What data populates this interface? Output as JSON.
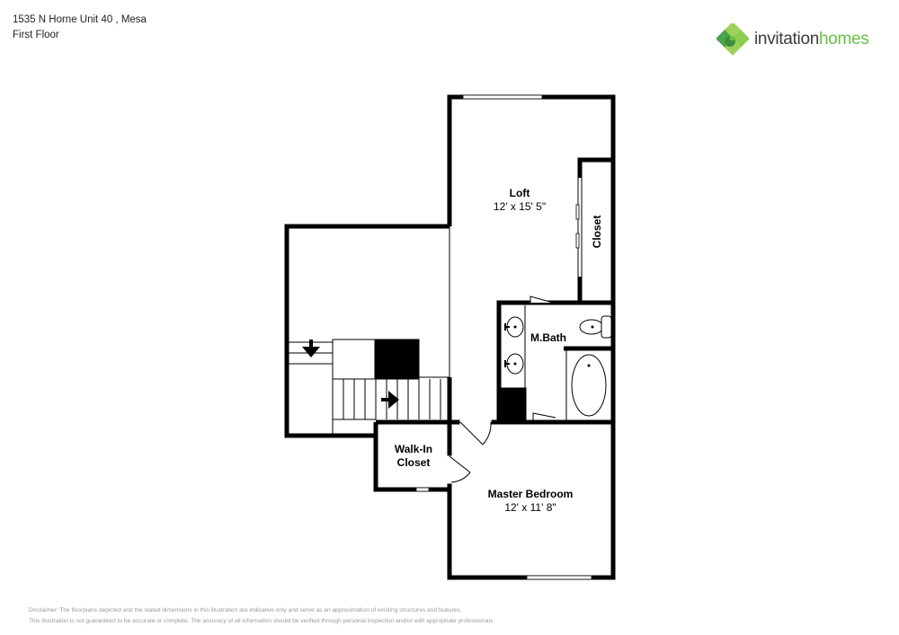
{
  "header": {
    "address": "1535 N Horne Unit 40 , Mesa",
    "floor": "First Floor"
  },
  "logo": {
    "word1": "invitation",
    "word2": "homes",
    "colors": {
      "dark_green": "#3e8f3a",
      "mid_green": "#6bbf45",
      "light_green": "#9fd15a",
      "text_dark": "#3b3b3b"
    }
  },
  "rooms": {
    "loft": {
      "name": "Loft",
      "dims": "12' x 15' 5\""
    },
    "loft_closet": {
      "name": "Closet"
    },
    "master_bath": {
      "name": "M.Bath"
    },
    "walk_in_closet": {
      "name_line1": "Walk-In",
      "name_line2": "Closet"
    },
    "master_bedroom": {
      "name": "Master Bedroom",
      "dims": "12' x 11' 8\""
    }
  },
  "disclaimer": {
    "line1": "Disclaimer: The floorplans depicted and the stated dimensions in this illustration are indicative only and serve as an approximation of existing structures and features.",
    "line2": "This illustration is not guaranteed to be accurate or complete. The accuracy of all information should be verified through personal inspection and/or with appropriate professionals."
  }
}
